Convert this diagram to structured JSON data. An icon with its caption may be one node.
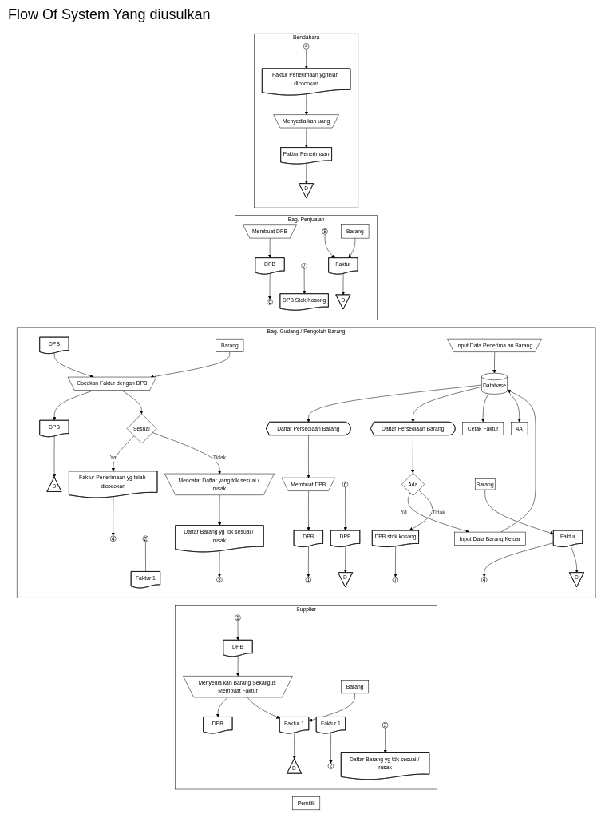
{
  "diagram": {
    "title": "Flow Of System Yang diusulkan",
    "nodes": [
      {
        "text": [
          "Supplier"
        ]
      },
      {
        "text": [
          "Bag. Gudang / Pengolah Barang"
        ]
      },
      {
        "text": [
          "Bag. Penjualan"
        ]
      },
      {
        "text": [
          "Bendahara"
        ]
      },
      {
        "text": [
          "Pemilik"
        ]
      },
      {
        "text": [
          "1"
        ],
        "in": 0
      },
      {
        "text": [
          "DPB"
        ],
        "in": 0
      },
      {
        "text": [
          "Menyedia kan Barang Sekaligus Membuat Faktur"
        ],
        "in": 0
      },
      {
        "text": [
          "DPB"
        ],
        "in": 0
      },
      {
        "text": [
          "Barang"
        ],
        "in": 0
      },
      {
        "text": [
          "Faktur 1"
        ],
        "in": 0
      },
      {
        "text": [
          "Faktur 1"
        ],
        "in": 0
      },
      {
        "text": [
          "D"
        ],
        "in": 0
      },
      {
        "text": [
          "2"
        ],
        "in": 0
      },
      {
        "text": [
          "3"
        ],
        "in": 0
      },
      {
        "text": [
          "Daftar Barang yg tdk sesuai / rusak"
        ],
        "in": 0
      },
      {
        "text": [
          "Membuat DPB"
        ],
        "in": 1
      },
      {
        "text": [
          "Daftar Persediaan Barang"
        ],
        "in": 1
      },
      {
        "text": [
          "DPB"
        ],
        "in": 1
      },
      {
        "text": [
          "DPB"
        ],
        "in": 1
      },
      {
        "text": [
          "1"
        ],
        "in": 1
      },
      {
        "text": [
          "2"
        ],
        "in": 1
      },
      {
        "text": [
          "Faktur 1"
        ],
        "in": 1
      },
      {
        "text": [
          "Barang"
        ],
        "in": 1
      },
      {
        "text": [
          "Cocokan Faktur dengan DPB"
        ],
        "in": 1
      },
      {
        "text": [
          "DPB"
        ],
        "in": 1
      },
      {
        "text": [
          "D"
        ],
        "in": 1
      },
      {
        "text": [
          "Sesuai"
        ],
        "in": 1
      },
      {
        "text": [
          "Faktur Penerimaan yg telah dicocokan"
        ],
        "in": 1
      },
      {
        "text": [
          "4"
        ],
        "in": 1
      },
      {
        "text": [
          "Mencatat Daftar yang tdk sesuai / rusak"
        ],
        "in": 1
      },
      {
        "text": [
          "Daftar Barang yg tdk sesuai / rusak"
        ],
        "in": 1
      },
      {
        "text": [
          "3"
        ],
        "in": 1
      },
      {
        "text": [
          "Database"
        ],
        "in": 1
      },
      {
        "text": [
          "Input Data Penerima an Barang"
        ],
        "in": 1
      },
      {
        "text": [
          "6"
        ],
        "in": 1
      },
      {
        "text": [
          "DPB"
        ],
        "in": 1
      },
      {
        "text": [
          "D"
        ],
        "in": 1
      },
      {
        "text": [
          "Daftar Persediaan Barang"
        ],
        "in": 1
      },
      {
        "text": [
          "Ada"
        ],
        "in": 1
      },
      {
        "text": [
          "Input Data Barang Keluar"
        ],
        "in": 1
      },
      {
        "text": [
          "DPB stok kosong"
        ],
        "in": 1
      },
      {
        "text": [
          "Cetak Faktur"
        ],
        "in": 1
      },
      {
        "text": [
          "Barang"
        ],
        "in": 1
      },
      {
        "text": [
          "Faktur"
        ],
        "in": 1
      },
      {
        "text": [
          "7"
        ],
        "in": 1
      },
      {
        "text": [
          "4"
        ],
        "in": 1
      },
      {
        "text": [
          "D"
        ],
        "in": 1
      },
      {
        "text": [
          "4A"
        ],
        "in": 1
      },
      {
        "text": [
          "Membuat DPB"
        ],
        "in": 2
      },
      {
        "text": [
          "DPB"
        ],
        "in": 2
      },
      {
        "text": [
          "6"
        ],
        "in": 2
      },
      {
        "text": [
          "7"
        ],
        "in": 2
      },
      {
        "text": [
          "DPB Stok Kosong"
        ],
        "in": 2
      },
      {
        "text": [
          "8"
        ],
        "in": 2
      },
      {
        "text": [
          "Barang"
        ],
        "in": 2
      },
      {
        "text": [
          "Faktur"
        ],
        "in": 2
      },
      {
        "text": [
          "D"
        ],
        "in": 2
      },
      {
        "text": [
          "4"
        ],
        "in": 3
      },
      {
        "text": [
          "Faktur Penerimaan yg telah dicocokan"
        ],
        "in": 3
      },
      {
        "text": [
          "Menyedia kan uang"
        ],
        "in": 3
      },
      {
        "text": [
          "Faktur Penerimaan"
        ],
        "in": 3
      },
      {
        "text": [
          "D"
        ],
        "in": 3
      }
    ],
    "edges": [
      {
        "from": 5,
        "to": 6,
        "arrow": "to"
      },
      {
        "from": 6,
        "to": 7,
        "arrow": "to"
      },
      {
        "from": 7,
        "to": 8,
        "arrow": "to"
      },
      {
        "from": 7,
        "to": 10,
        "arrow": "to"
      },
      {
        "from": 9,
        "to": 10,
        "arrow": "to"
      },
      {
        "from": 10,
        "to": 12,
        "arrow": "to"
      },
      {
        "from": 11,
        "to": 13,
        "arrow": "to"
      },
      {
        "from": 14,
        "to": 15,
        "arrow": "to"
      },
      {
        "from": 17,
        "to": 16,
        "arrow": "to"
      },
      {
        "from": 16,
        "to": 19,
        "arrow": "to"
      },
      {
        "from": 19,
        "to": 20,
        "arrow": "to"
      },
      {
        "from": 18,
        "to": 24,
        "arrow": "to"
      },
      {
        "from": 21,
        "to": 22,
        "arrow": "none"
      },
      {
        "from": 23,
        "to": 24,
        "arrow": "to"
      },
      {
        "from": 24,
        "to": 25,
        "arrow": "to"
      },
      {
        "from": 25,
        "to": 26,
        "arrow": "to"
      },
      {
        "from": 24,
        "to": 27,
        "arrow": "to"
      },
      {
        "from": 27,
        "to": 28,
        "arrow": "to",
        "label": "Ya"
      },
      {
        "from": 27,
        "to": 30,
        "arrow": "to",
        "label": "Tidak"
      },
      {
        "from": 28,
        "to": 29,
        "arrow": "to"
      },
      {
        "from": 30,
        "to": 31,
        "arrow": "to"
      },
      {
        "from": 31,
        "to": 32,
        "arrow": "to"
      },
      {
        "from": 34,
        "to": 33,
        "arrow": "to"
      },
      {
        "from": 33,
        "to": 17,
        "arrow": "to"
      },
      {
        "from": 33,
        "to": 38,
        "arrow": "to"
      },
      {
        "from": 40,
        "to": 33,
        "arrow": "to"
      },
      {
        "from": 33,
        "to": 42,
        "arrow": "to"
      },
      {
        "from": 33,
        "to": 48,
        "arrow": "to"
      },
      {
        "from": 35,
        "to": 36,
        "arrow": "to"
      },
      {
        "from": 36,
        "to": 37,
        "arrow": "to"
      },
      {
        "from": 38,
        "to": 39,
        "arrow": "to"
      },
      {
        "from": 39,
        "to": 40,
        "arrow": "to",
        "label": "Ya"
      },
      {
        "from": 39,
        "to": 41,
        "arrow": "to",
        "label": "Tidak"
      },
      {
        "from": 41,
        "to": 45,
        "arrow": "to"
      },
      {
        "from": 43,
        "to": 44,
        "arrow": "to"
      },
      {
        "from": 44,
        "to": 46,
        "arrow": "to"
      },
      {
        "from": 44,
        "to": 47,
        "arrow": "to"
      },
      {
        "from": 49,
        "to": 50,
        "arrow": "to"
      },
      {
        "from": 50,
        "to": 51,
        "arrow": "to"
      },
      {
        "from": 52,
        "to": 53,
        "arrow": "to"
      },
      {
        "from": 54,
        "to": 56,
        "arrow": "to"
      },
      {
        "from": 55,
        "to": 56,
        "arrow": "to"
      },
      {
        "from": 56,
        "to": 57,
        "arrow": "to"
      },
      {
        "from": 58,
        "to": 59,
        "arrow": "to"
      },
      {
        "from": 59,
        "to": 60,
        "arrow": "to"
      },
      {
        "from": 60,
        "to": 61,
        "arrow": "to"
      },
      {
        "from": 61,
        "to": 62,
        "arrow": "to"
      }
    ]
  }
}
